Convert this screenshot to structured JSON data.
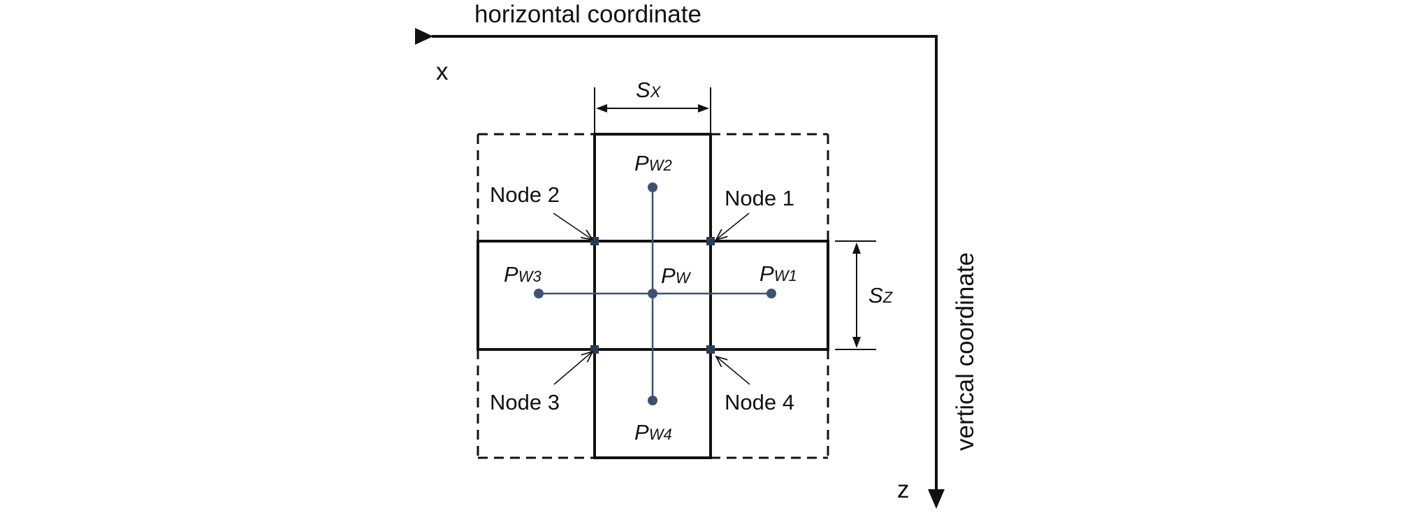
{
  "axes": {
    "horizontal_title": "horizontal coordinate",
    "vertical_title": "vertical coordinate",
    "x_label": "x",
    "z_label": "z"
  },
  "dimensions": {
    "sx_main": "S",
    "sx_sub": "X",
    "sz_main": "S",
    "sz_sub": "Z"
  },
  "pressures": {
    "center": {
      "main": "P",
      "sub": "W"
    },
    "p1": {
      "main": "P",
      "sub": "W1"
    },
    "p2": {
      "main": "P",
      "sub": "W2"
    },
    "p3": {
      "main": "P",
      "sub": "W3"
    },
    "p4": {
      "main": "P",
      "sub": "W4"
    }
  },
  "nodes": {
    "node1": "Node 1",
    "node2": "Node 2",
    "node3": "Node 3",
    "node4": "Node 4"
  },
  "colors": {
    "stroke": "#111111",
    "connector": "#3d5273",
    "point": "#3d5273",
    "background": "#ffffff"
  }
}
